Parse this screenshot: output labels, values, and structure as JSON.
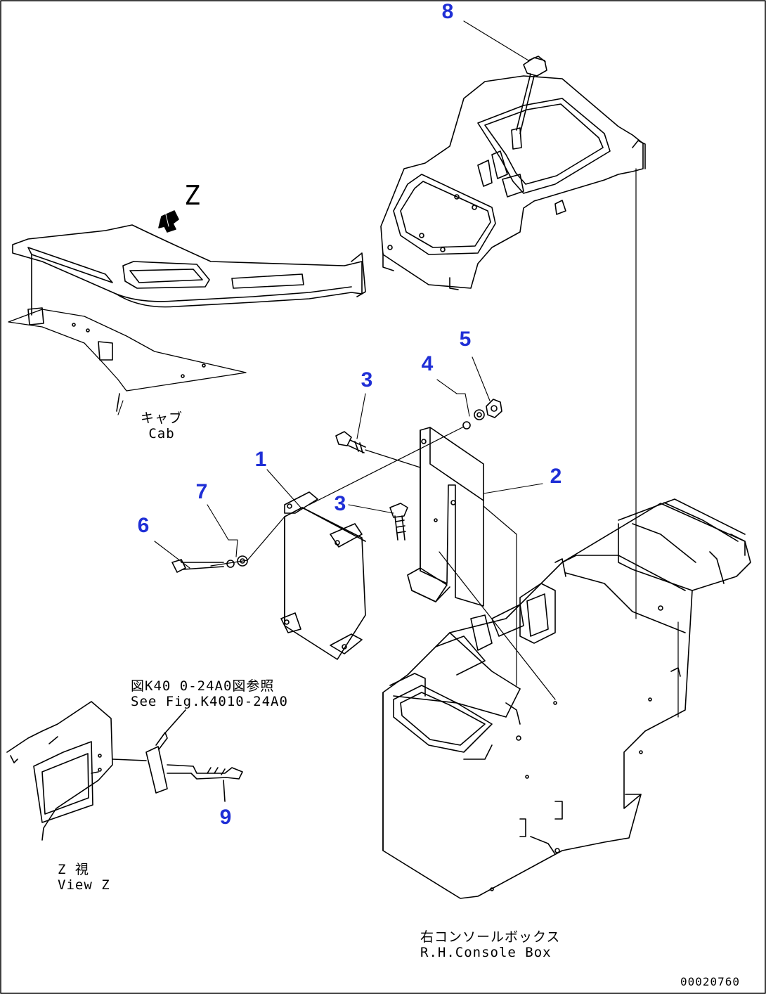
{
  "callouts": {
    "c1": "1",
    "c2": "2",
    "c3a": "3",
    "c3b": "3",
    "c4": "4",
    "c5": "5",
    "c6": "6",
    "c7": "7",
    "c8": "8",
    "c9": "9"
  },
  "labels": {
    "view_letter": "Z",
    "cab_jp": "キャブ",
    "cab_en": "Cab",
    "see_fig_jp": "図K40 0-24A0図参照",
    "see_fig_en": "See Fig.K4010-24A0",
    "view_jp": "Z 視",
    "view_en": "View Z",
    "console_jp": "右コンソールボックス",
    "console_en": "R.H.Console Box",
    "drawing_no": "00020760"
  },
  "colors": {
    "callout": "#1f2fd6",
    "line": "#000000"
  }
}
